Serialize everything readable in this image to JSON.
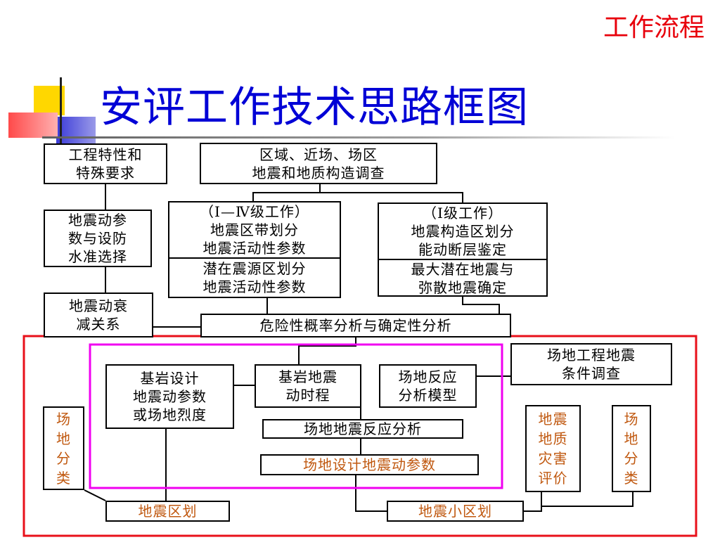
{
  "header": {
    "section_label": "工作流程",
    "title": "安评工作技术思路框图"
  },
  "diagram": {
    "boxes": {
      "eng_char": [
        "工程特性和",
        "特殊要求"
      ],
      "regional": [
        "区域、近场、场区",
        "地震和地质构造调查"
      ],
      "param_sel": [
        "地震动参",
        "数与设防",
        "水准选择"
      ],
      "level_1_4_top": [
        "（Ⅰ—Ⅳ级工作）",
        "地震区带划分",
        "地震活动性参数"
      ],
      "level_1_4_bottom": [
        "潜在震源区划分",
        "地震活动性参数"
      ],
      "level_1_top": [
        "（Ⅰ级工作）",
        "地震构造区划分",
        "能动断层鉴定"
      ],
      "level_1_bottom": [
        "最大潜在地震与",
        "弥散地震确定"
      ],
      "attenuation": [
        "地震动衰",
        "减关系"
      ],
      "hazard": [
        "危险性概率分析与确定性分析"
      ],
      "site_survey": [
        "场地工程地震",
        "条件调查"
      ],
      "bedrock_param": [
        "基岩设计",
        "地震动参数",
        "或场地烈度"
      ],
      "bedrock_history": [
        "基岩地震",
        "动时程"
      ],
      "site_model": [
        "场地反应",
        "分析模型"
      ],
      "site_response": [
        "场地地震反应分析"
      ],
      "site_design": [
        "场地设计地震动参数"
      ],
      "site_class_left": [
        "场",
        "地",
        "分",
        "类"
      ],
      "geo_hazard": [
        "地震",
        "地质",
        "灾害",
        "评价"
      ],
      "site_class_right": [
        "场",
        "地",
        "分",
        "类"
      ],
      "zoning": [
        "地震区划"
      ],
      "micro_zoning": [
        "地震小区划"
      ]
    }
  }
}
